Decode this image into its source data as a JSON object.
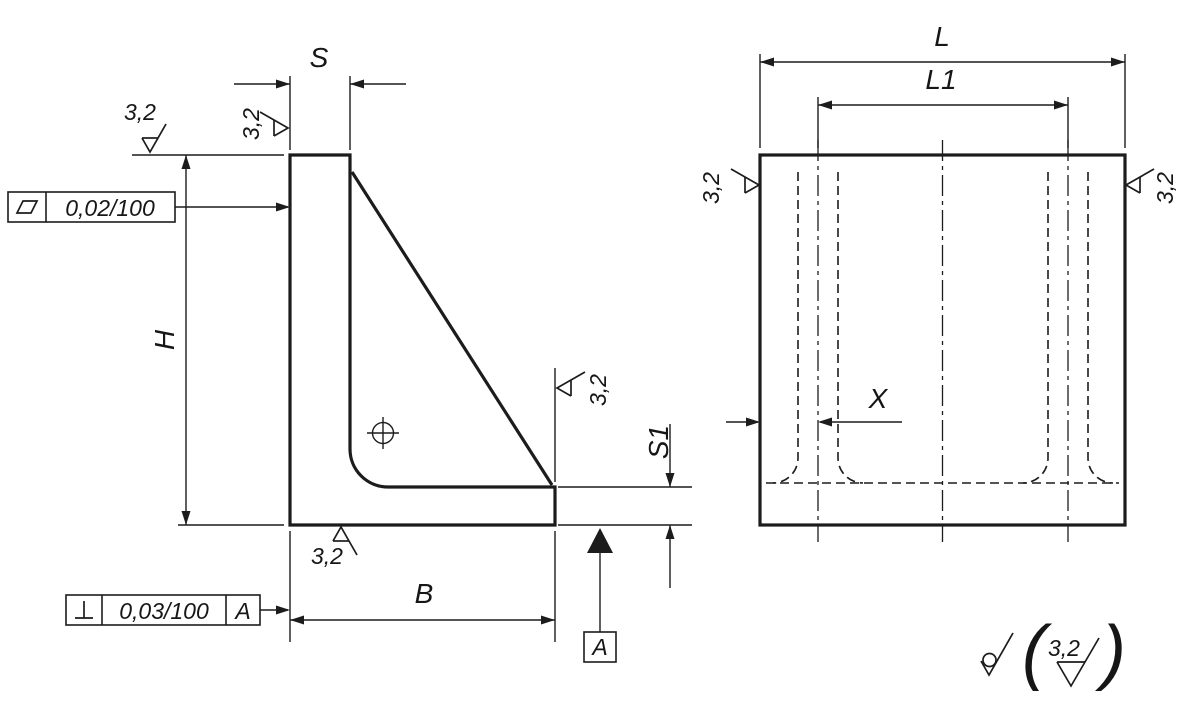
{
  "drawing": {
    "line_color": "#1c1c1c",
    "dimensions": {
      "s": "S",
      "h": "H",
      "b": "B",
      "s1": "S1",
      "l": "L",
      "l1": "L1",
      "x": "X"
    },
    "surface_marks": [
      {
        "location": "side-view-top-left",
        "value": "3,2"
      },
      {
        "location": "side-view-left-of-s",
        "value": "3,2"
      },
      {
        "location": "side-view-bottom",
        "value": "3,2"
      },
      {
        "location": "side-view-right",
        "value": "3,2"
      },
      {
        "location": "front-view-left",
        "value": "3,2"
      },
      {
        "location": "front-view-right",
        "value": "3,2"
      }
    ],
    "feature_controls": {
      "flatness": {
        "characteristic": "flatness",
        "tolerance": "0,02/100"
      },
      "perpendicularity": {
        "characteristic": "perpendicularity",
        "tolerance": "0,03/100",
        "datum": "A"
      }
    },
    "datum_label": "A",
    "general_note": {
      "open_paren": "(",
      "roughness": "3,2",
      "close_paren": ")"
    }
  }
}
